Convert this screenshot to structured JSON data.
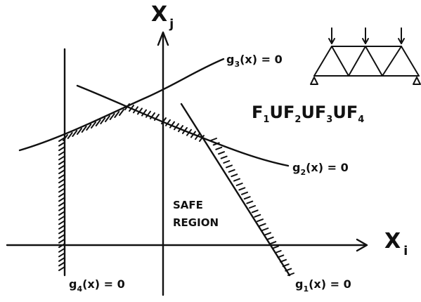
{
  "axes": {
    "horizontal_label_main": "X",
    "horizontal_label_sub": "i",
    "vertical_label_main": "X",
    "vertical_label_sub": "j"
  },
  "curves": {
    "g1": {
      "main": "g",
      "sub": "1",
      "rest": "(x) = 0"
    },
    "g2": {
      "main": "g",
      "sub": "2",
      "rest": "(x) = 0"
    },
    "g3": {
      "main": "g",
      "sub": "3",
      "rest": "(x) = 0"
    },
    "g4": {
      "main": "g",
      "sub": "4",
      "rest": "(x) = 0"
    }
  },
  "failure_union": {
    "parts": [
      {
        "main": "F",
        "sub": "1"
      },
      {
        "main": "UF",
        "sub": "2"
      },
      {
        "main": "UF",
        "sub": "3"
      },
      {
        "main": "UF",
        "sub": "4"
      }
    ]
  },
  "safe_region": {
    "line1": "SAFE",
    "line2": "REGION"
  }
}
